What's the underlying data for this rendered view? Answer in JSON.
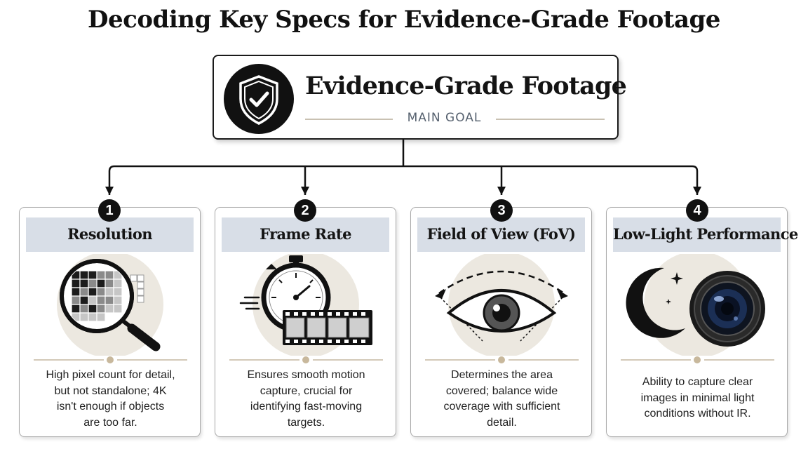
{
  "title": "Decoding Key Specs for Evidence-Grade Footage",
  "goal": {
    "title": "Evidence-Grade Footage",
    "label": "MAIN GOAL",
    "icon": "shield-check-icon"
  },
  "colors": {
    "dark": "#111111",
    "header_band": "#d8dee7",
    "accent_tan": "#c8b89c",
    "illustration_circle": "#ece8e0",
    "label_gray": "#55606e"
  },
  "cards": [
    {
      "number": "1",
      "title": "Resolution",
      "icon": "magnifier-pixel-grid-icon",
      "desc": [
        "High pixel count for detail,",
        "but not standalone; 4K",
        "isn't enough if objects",
        "are too far."
      ]
    },
    {
      "number": "2",
      "title": "Frame Rate",
      "icon": "stopwatch-film-strip-icon",
      "desc": [
        "Ensures smooth motion",
        "capture, crucial for",
        "identifying fast-moving",
        "targets."
      ]
    },
    {
      "number": "3",
      "title": "Field of View (FoV)",
      "icon": "eye-wide-angle-icon",
      "desc": [
        "Determines the area",
        "covered; balance wide",
        "coverage with sufficient",
        "detail."
      ]
    },
    {
      "number": "4",
      "title": "Low-Light Performance",
      "icon": "moon-camera-lens-icon",
      "desc": [
        "Ability to capture clear",
        "images in minimal light",
        "conditions without IR."
      ]
    }
  ]
}
